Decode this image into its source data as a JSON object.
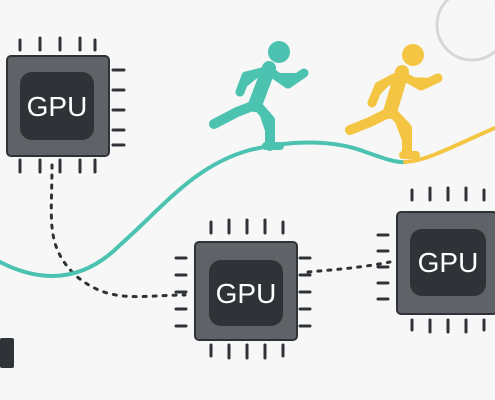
{
  "illustration": {
    "chips": [
      {
        "label": "GPU"
      },
      {
        "label": "GPU"
      },
      {
        "label": "GPU"
      }
    ],
    "colors": {
      "background": "#f7f7f7",
      "chip_body": "#5f6266",
      "chip_die": "#2f3236",
      "chip_pins": "#2f3236",
      "track_teal": "#4cc2b0",
      "track_yellow": "#f4c542",
      "runner_teal": "#4cc2b0",
      "runner_yellow": "#f4c542",
      "dotted_link": "#2f3236",
      "sun_outline": "#d7d7d7"
    },
    "icons": [
      "gpu-chip-icon",
      "running-person-icon",
      "sun-circle-icon"
    ]
  }
}
